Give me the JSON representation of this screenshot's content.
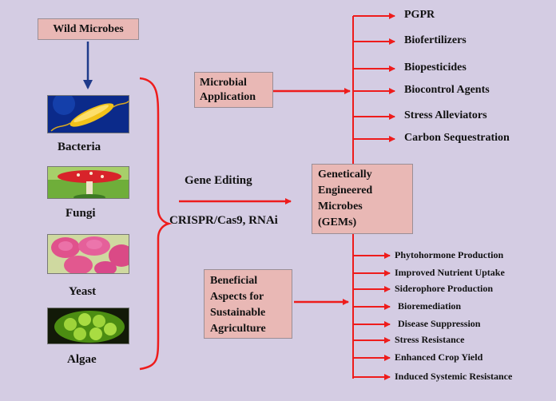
{
  "source": {
    "label": "Wild Microbes"
  },
  "organisms": [
    {
      "label": "Bacteria"
    },
    {
      "label": "Fungi"
    },
    {
      "label": "Yeast"
    },
    {
      "label": "Algae"
    }
  ],
  "process": {
    "title": "Gene Editing",
    "methods": "CRISPR/Cas9, RNAi"
  },
  "gems": {
    "lines": [
      "Genetically",
      "Engineered",
      "Microbes",
      "(GEMs)"
    ]
  },
  "application": {
    "lines": [
      "Microbial",
      "Application"
    ],
    "items": [
      "PGPR",
      "Biofertilizers",
      "Biopesticides",
      "Biocontrol Agents",
      "Stress Alleviators",
      "Carbon Sequestration"
    ]
  },
  "beneficial": {
    "lines": [
      "Beneficial",
      "Aspects for",
      "Sustainable",
      "Agriculture"
    ],
    "items": [
      "Phytohormone Production",
      "Improved Nutrient Uptake",
      "Siderophore Production",
      "Bioremediation",
      "Disease Suppression",
      "Stress Resistance",
      "Enhanced Crop Yield",
      "Induced Systemic Resistance"
    ]
  },
  "colors": {
    "background": "#d4cce3",
    "box": "#e9b8b5",
    "arrow_red": "#ee1c1c",
    "arrow_blue": "#1f3a8a"
  }
}
